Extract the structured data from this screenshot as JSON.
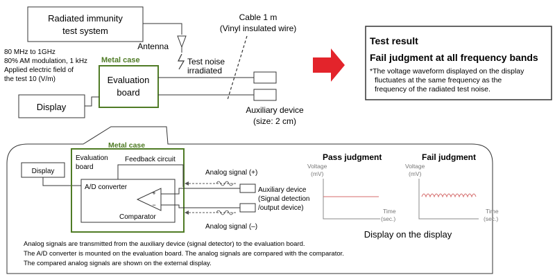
{
  "top": {
    "radiated_system": [
      "Radiated immunity",
      "test system"
    ],
    "antenna": "Antenna",
    "test_conditions": [
      "80 MHz to 1GHz",
      "80% AM modulation, 1 kHz",
      "Applied electric field of",
      "the test 10 (V/m)"
    ],
    "metal_case": "Metal case",
    "evaluation_board": [
      "Evaluation",
      "board"
    ],
    "test_noise": [
      "Test noise",
      "irradiated"
    ],
    "cable": [
      "Cable 1 m",
      "(Vinyl insulated wire)"
    ],
    "display": "Display",
    "auxiliary_device": [
      "Auxiliary device",
      "(size: 2 cm)"
    ]
  },
  "result": {
    "title": "Test result",
    "judgment": "Fail judgment at all frequency bands",
    "note": [
      "*The voltage waveform displayed on the display",
      "fluctuates at the same frequency as the",
      "frequency of the radiated test noise."
    ]
  },
  "detail": {
    "metal_case": "Metal case",
    "display": "Display",
    "evaluation_board": [
      "Evaluation",
      "board"
    ],
    "feedback_circuit": "Feedback circuit",
    "ad_converter": "A/D converter",
    "comparator": "Comparator",
    "analog_plus": "Analog signal (+)",
    "analog_minus": "Analog signal (–)",
    "auxiliary_device": [
      "Auxiliary device",
      "(Signal detection",
      "/output device)"
    ],
    "pass_title": "Pass judgment",
    "fail_title": "Fail judgment",
    "voltage_label": [
      "Voltage",
      "(mV)"
    ],
    "time_label": [
      "Time",
      "(sec.)"
    ],
    "display_caption": "Display on the display",
    "notes": [
      "Analog signals are transmitted from the auxiliary device (signal detector) to the evaluation board.",
      "The A/D converter is mounted on the evaluation board. The analog signals are compared with the comparator.",
      "The compared analog signals are shown on the external display."
    ]
  },
  "colors": {
    "case_green": "#4f7b25",
    "arrow_red": "#e3242b",
    "waveform_red": "#d46a6a",
    "line": "#333333",
    "axis": "#888888"
  }
}
